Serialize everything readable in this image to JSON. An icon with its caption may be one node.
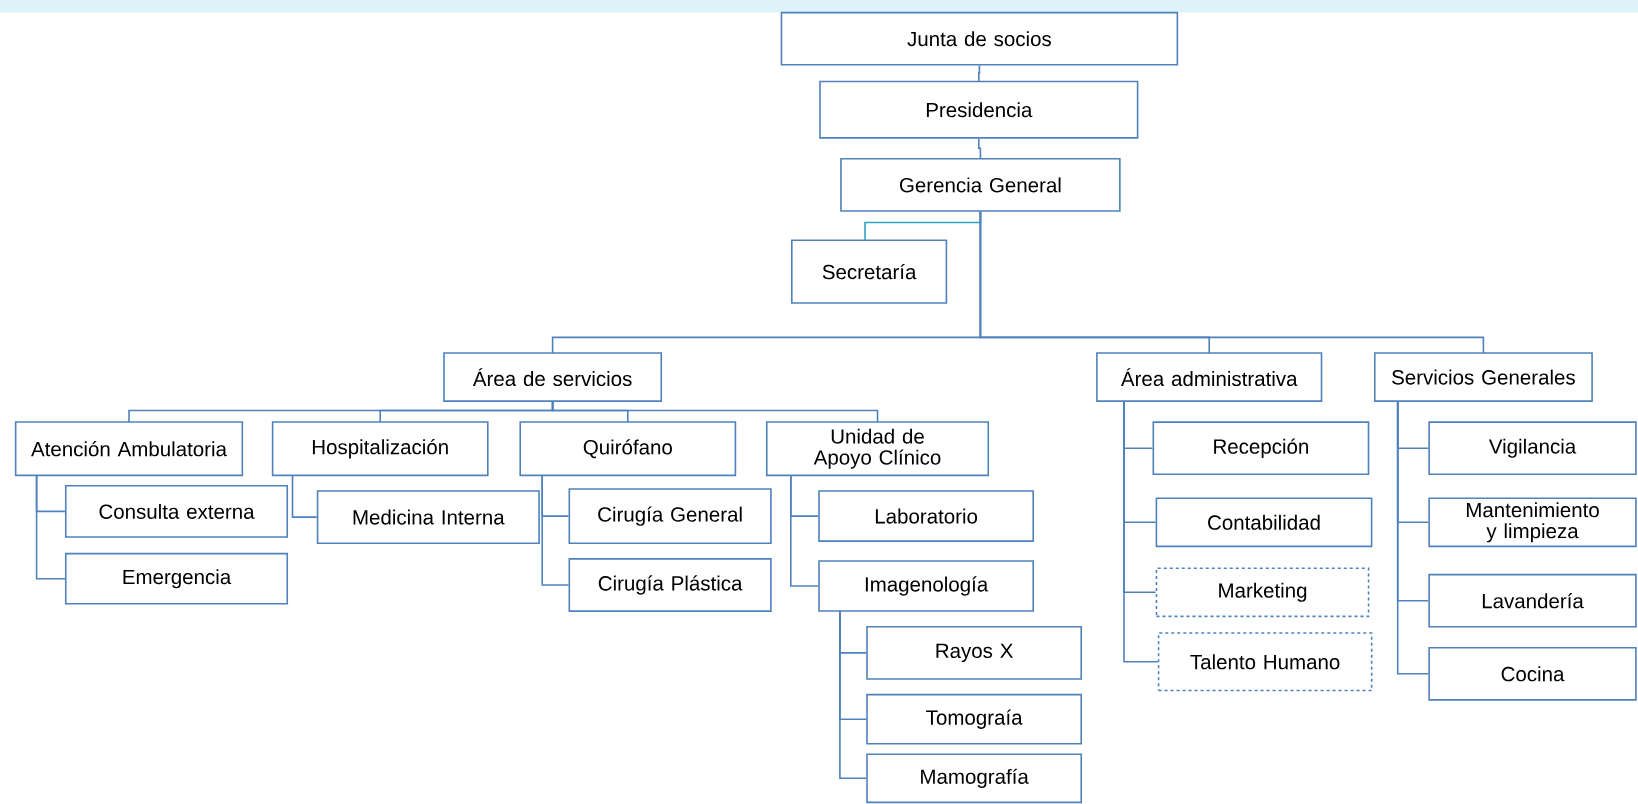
{
  "diagram": {
    "nodes": [
      {
        "text": [
          "Junta de socios"
        ]
      },
      {
        "text": [
          "Presidencia"
        ]
      },
      {
        "text": [
          "Gerencia General"
        ]
      },
      {
        "text": [
          "Secretaría"
        ]
      },
      {
        "text": [
          "Área de servicios"
        ]
      },
      {
        "text": [
          "Área administrativa"
        ]
      },
      {
        "text": [
          "Servicios Generales"
        ]
      },
      {
        "text": [
          "Atención Ambulatoria"
        ]
      },
      {
        "text": [
          "Hospitalización"
        ]
      },
      {
        "text": [
          "Quirófano"
        ]
      },
      {
        "text": [
          "Unidad de Apoyo Clínico"
        ]
      },
      {
        "text": [
          "Consulta externa"
        ]
      },
      {
        "text": [
          "Emergencia"
        ]
      },
      {
        "text": [
          "Medicina Interna"
        ]
      },
      {
        "text": [
          "Cirugía General"
        ]
      },
      {
        "text": [
          "Cirugía Plástica"
        ]
      },
      {
        "text": [
          "Laboratorio"
        ]
      },
      {
        "text": [
          "Imagenología"
        ]
      },
      {
        "text": [
          "Rayos X"
        ]
      },
      {
        "text": [
          "Tomograía"
        ]
      },
      {
        "text": [
          "Mamografía"
        ]
      },
      {
        "text": [
          "Recepción"
        ]
      },
      {
        "text": [
          "Contabilidad"
        ]
      },
      {
        "text": [
          "Marketing"
        ]
      },
      {
        "text": [
          "Talento Humano"
        ]
      },
      {
        "text": [
          "Vigilancia"
        ]
      },
      {
        "text": [
          "Mantenimiento y limpieza"
        ]
      },
      {
        "text": [
          "Lavandería"
        ]
      },
      {
        "text": [
          "Cocina"
        ]
      }
    ],
    "edges": [
      {
        "from": 0,
        "to": 1,
        "arrow": "none"
      },
      {
        "from": 1,
        "to": 2,
        "arrow": "none"
      },
      {
        "from": 2,
        "to": 3,
        "arrow": "none",
        "color": "#2ea3c4"
      },
      {
        "from": 2,
        "to": 4,
        "arrow": "none"
      },
      {
        "from": 2,
        "to": 5,
        "arrow": "none"
      },
      {
        "from": 2,
        "to": 6,
        "arrow": "none"
      },
      {
        "from": 4,
        "to": 7,
        "arrow": "none"
      },
      {
        "from": 4,
        "to": 8,
        "arrow": "none"
      },
      {
        "from": 4,
        "to": 9,
        "arrow": "none"
      },
      {
        "from": 4,
        "to": 10,
        "arrow": "none"
      },
      {
        "from": 7,
        "to": 11,
        "arrow": "none"
      },
      {
        "from": 7,
        "to": 12,
        "arrow": "none"
      },
      {
        "from": 8,
        "to": 13,
        "arrow": "none"
      },
      {
        "from": 9,
        "to": 14,
        "arrow": "none"
      },
      {
        "from": 9,
        "to": 15,
        "arrow": "none"
      },
      {
        "from": 10,
        "to": 16,
        "arrow": "none"
      },
      {
        "from": 10,
        "to": 17,
        "arrow": "none"
      },
      {
        "from": 17,
        "to": 18,
        "arrow": "none"
      },
      {
        "from": 17,
        "to": 19,
        "arrow": "none"
      },
      {
        "from": 17,
        "to": 20,
        "arrow": "none"
      },
      {
        "from": 5,
        "to": 21,
        "arrow": "none"
      },
      {
        "from": 5,
        "to": 22,
        "arrow": "none"
      },
      {
        "from": 5,
        "to": 23,
        "arrow": "none"
      },
      {
        "from": 5,
        "to": 24,
        "arrow": "none"
      },
      {
        "from": 6,
        "to": 25,
        "arrow": "none"
      },
      {
        "from": 6,
        "to": 26,
        "arrow": "none"
      },
      {
        "from": 6,
        "to": 27,
        "arrow": "none"
      },
      {
        "from": 6,
        "to": 28,
        "arrow": "none"
      }
    ]
  }
}
